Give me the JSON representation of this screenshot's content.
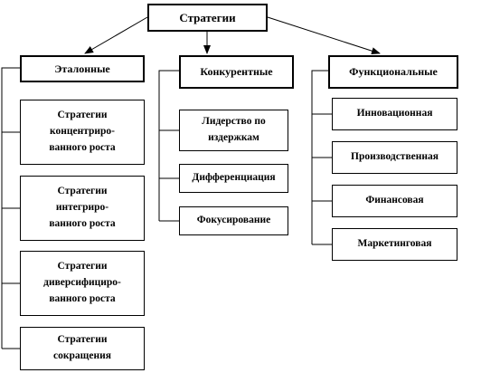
{
  "root": {
    "label": "Стратегии"
  },
  "categories": [
    {
      "label": "Эталонные",
      "items": [
        [
          "Стратегии",
          "концентриро-",
          "ванного роста"
        ],
        [
          "Стратегии",
          "интегриро-",
          "ванного роста"
        ],
        [
          "Стратегии",
          "диверсифициро-",
          "ванного роста"
        ],
        [
          "Стратегии",
          "сокращения"
        ]
      ]
    },
    {
      "label": "Конкурентные",
      "items": [
        [
          "Лидерство по",
          "издержкам"
        ],
        [
          "Дифференциация"
        ],
        [
          "Фокусирование"
        ]
      ]
    },
    {
      "label": "Функциональные",
      "items": [
        [
          "Инновационная"
        ],
        [
          "Производственная"
        ],
        [
          "Финансовая"
        ],
        [
          "Маркетинговая"
        ]
      ]
    }
  ],
  "colors": {
    "line": "#000000",
    "fill": "#ffffff",
    "text": "#000000"
  }
}
